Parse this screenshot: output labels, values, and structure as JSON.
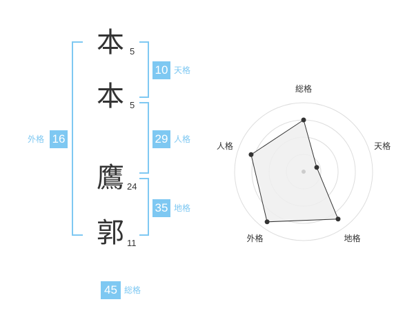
{
  "name": {
    "chars": [
      {
        "char": "本",
        "strokes": "5"
      },
      {
        "char": "本",
        "strokes": "5"
      },
      {
        "char": "鷹",
        "strokes": "24"
      },
      {
        "char": "郭",
        "strokes": "11"
      }
    ]
  },
  "kaku": {
    "tenkaku": {
      "value": "10",
      "label": "天格"
    },
    "jinkaku": {
      "value": "29",
      "label": "人格"
    },
    "chikaku": {
      "value": "35",
      "label": "地格"
    },
    "gaikaku": {
      "value": "16",
      "label": "外格"
    },
    "soukaku": {
      "value": "45",
      "label": "総格"
    }
  },
  "chart_data": {
    "type": "radar",
    "axes": [
      "総格",
      "天格",
      "地格",
      "外格",
      "人格"
    ],
    "values": [
      0.75,
      0.2,
      0.85,
      0.9,
      0.8
    ],
    "range": [
      0,
      1
    ],
    "rings": 4,
    "fill": "#efefef",
    "line_color": "#333333"
  },
  "colors": {
    "accent": "#7ec8f2",
    "text": "#333333"
  }
}
